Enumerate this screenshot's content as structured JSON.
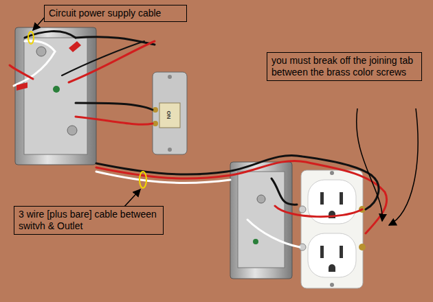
{
  "diagram": {
    "nodes": [
      {
        "text": [
          "Circuit power supply cable"
        ]
      },
      {
        "text": [
          "you must break off the joining tab between the brass color screws"
        ]
      },
      {
        "text": [
          "3 wire [plus bare] cable between switvh & Outlet"
        ]
      }
    ],
    "labels": [
      "ON"
    ]
  }
}
